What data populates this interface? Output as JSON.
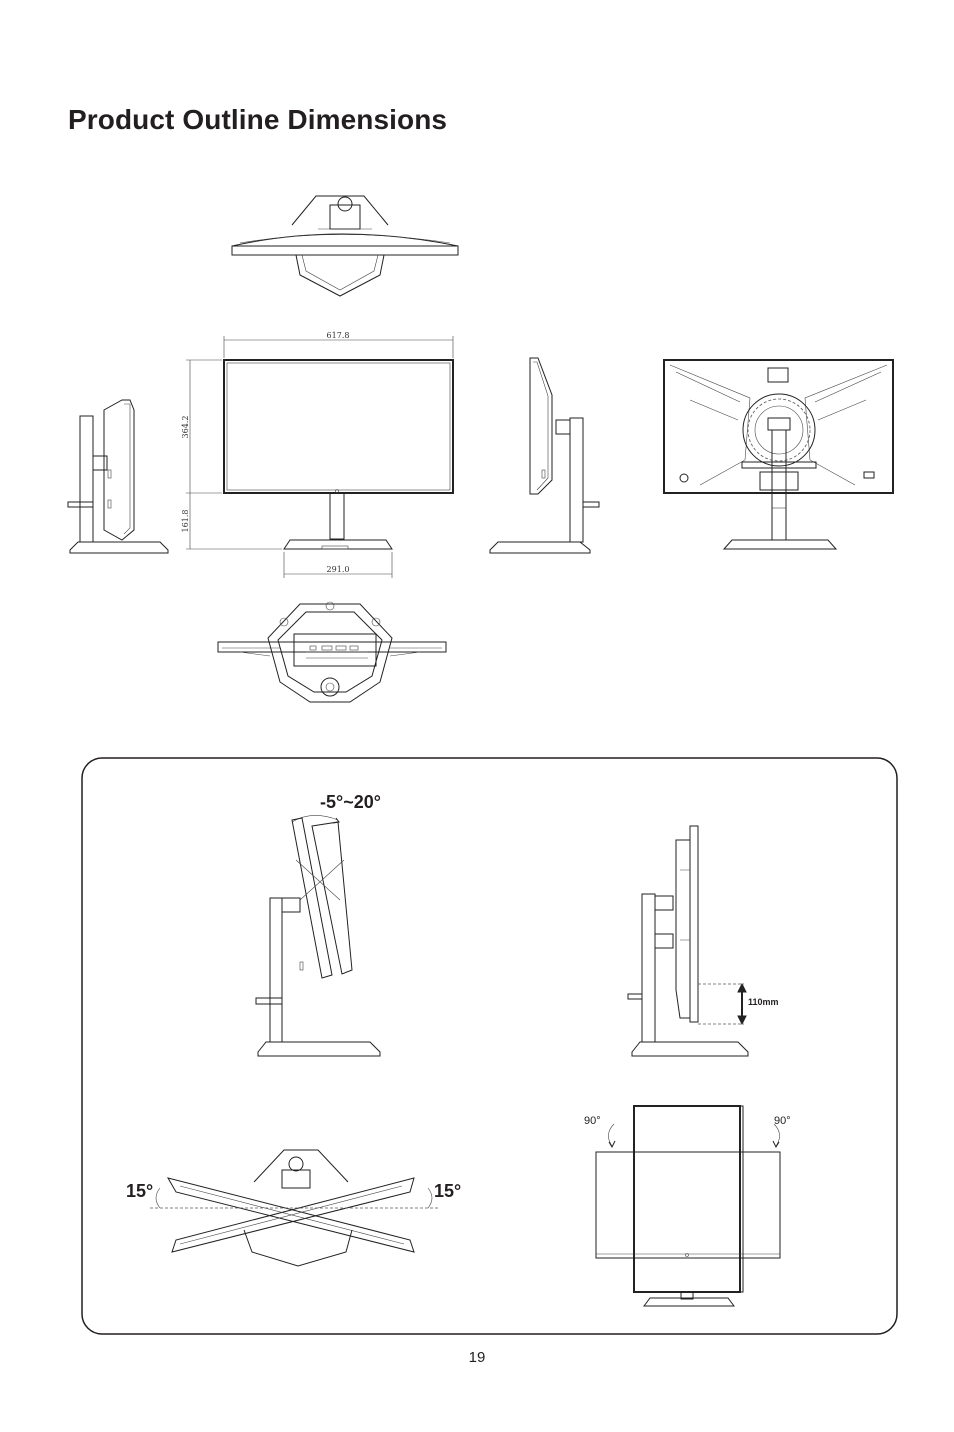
{
  "page": {
    "title": "Product Outline Dimensions",
    "page_number": "19"
  },
  "dimensions": {
    "width": "617.8",
    "height_panel": "364.2",
    "height_stand": "161.8",
    "base_width": "291.0"
  },
  "adjustments": {
    "tilt": "-5°~20°",
    "height": "110mm",
    "swivel_left": "15°",
    "swivel_right": "15°",
    "pivot_left": "90°",
    "pivot_right": "90°"
  }
}
